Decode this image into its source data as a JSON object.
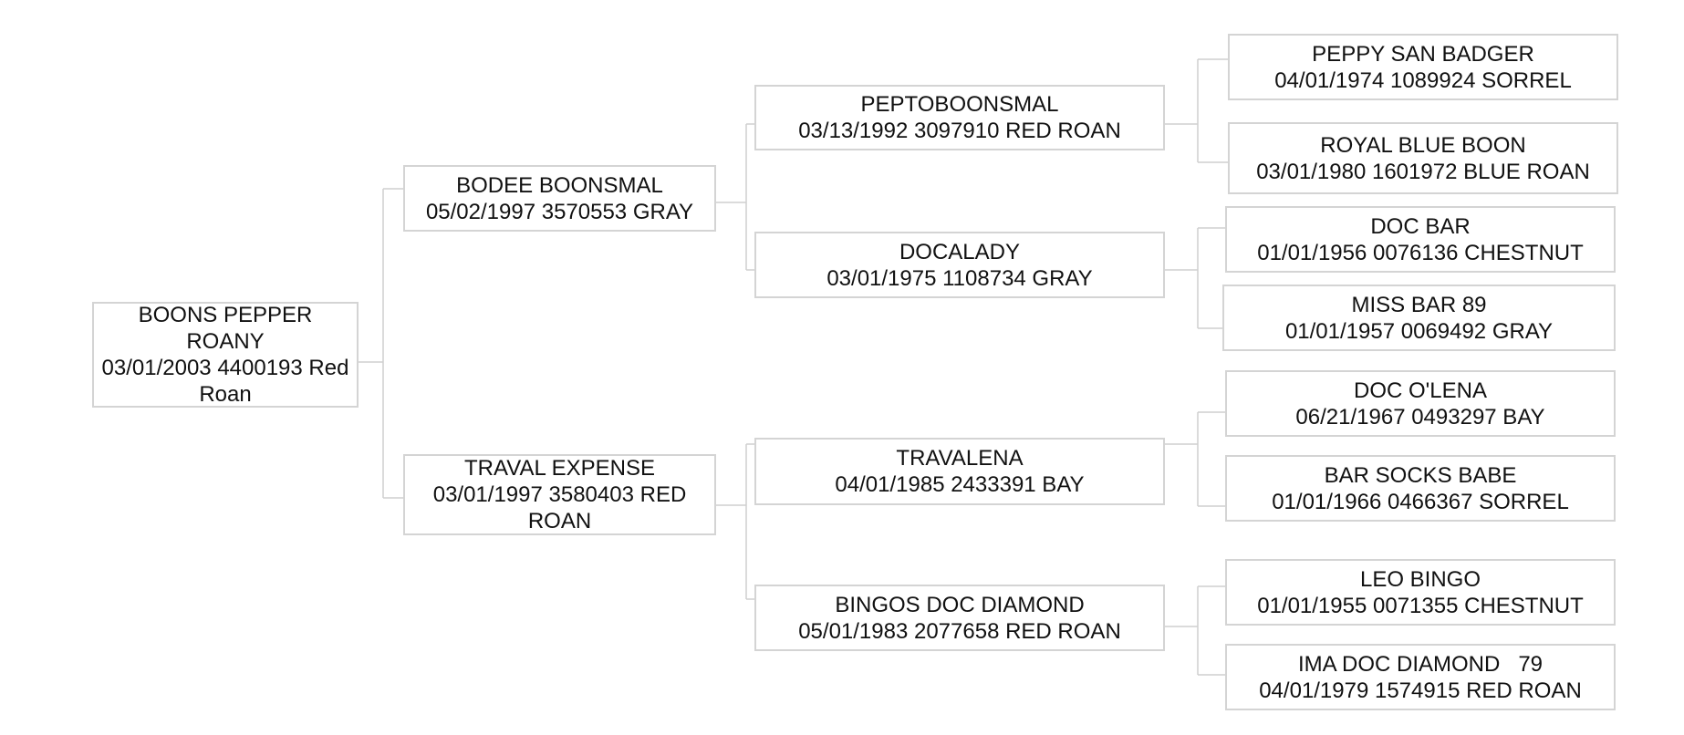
{
  "pedigree": {
    "subject": {
      "name_line1": "BOONS PEPPER",
      "name_line2": "ROANY",
      "details_line1": "03/01/2003 4400193 Red",
      "details_line2": "Roan"
    },
    "sire": {
      "name": "BODEE BOONSMAL",
      "details": "05/02/1997 3570553 GRAY"
    },
    "dam": {
      "name": "TRAVAL EXPENSE",
      "details_line1": "03/01/1997 3580403 RED",
      "details_line2": "ROAN"
    },
    "sire_sire": {
      "name": "PEPTOBOONSMAL",
      "details": "03/13/1992 3097910 RED ROAN"
    },
    "sire_dam": {
      "name": "DOCALADY",
      "details": "03/01/1975 1108734 GRAY"
    },
    "dam_sire": {
      "name": "TRAVALENA",
      "details": "04/01/1985 2433391 BAY"
    },
    "dam_dam": {
      "name": "BINGOS DOC DIAMOND",
      "details": "05/01/1983 2077658 RED ROAN"
    },
    "ss_sire": {
      "name": "PEPPY SAN BADGER",
      "details": "04/01/1974 1089924 SORREL"
    },
    "ss_dam": {
      "name": "ROYAL BLUE BOON",
      "details": "03/01/1980 1601972 BLUE ROAN"
    },
    "sd_sire": {
      "name": "DOC BAR",
      "details": "01/01/1956 0076136 CHESTNUT"
    },
    "sd_dam": {
      "name": "MISS BAR 89",
      "details": "01/01/1957 0069492 GRAY"
    },
    "ds_sire": {
      "name": "DOC O'LENA",
      "details": "06/21/1967 0493297 BAY"
    },
    "ds_dam": {
      "name": "BAR SOCKS BABE",
      "details": "01/01/1966 0466367 SORREL"
    },
    "dd_sire": {
      "name": "LEO BINGO",
      "details": "01/01/1955 0071355 CHESTNUT"
    },
    "dd_dam": {
      "name": "IMA DOC DIAMOND   79",
      "details": "04/01/1979 1574915 RED ROAN"
    }
  },
  "colors": {
    "border": "#d4d4d4",
    "connector": "#cfcfcf",
    "text": "#111111",
    "background": "#ffffff"
  }
}
